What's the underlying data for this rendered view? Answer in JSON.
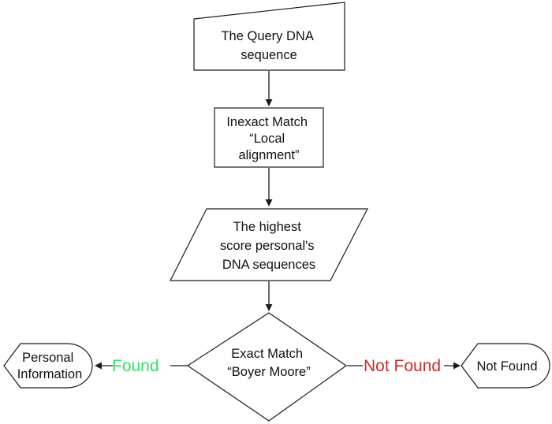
{
  "nodes": {
    "query": {
      "lines": [
        "The Query DNA",
        "sequence"
      ]
    },
    "inexact": {
      "lines": [
        "Inexact Match",
        "“Local",
        "alignment”"
      ]
    },
    "highest": {
      "lines": [
        "The highest",
        "score personal's",
        "DNA sequences"
      ]
    },
    "exact": {
      "lines": [
        "Exact Match",
        "“Boyer Moore”"
      ]
    },
    "personal": {
      "lines": [
        "Personal",
        "Information"
      ]
    },
    "not_found": {
      "lines": [
        "Not Found"
      ]
    }
  },
  "edges": {
    "found": {
      "label": "Found",
      "color": "#33e066"
    },
    "not_found": {
      "label": "Not Found",
      "color": "#cc2b2b"
    }
  }
}
